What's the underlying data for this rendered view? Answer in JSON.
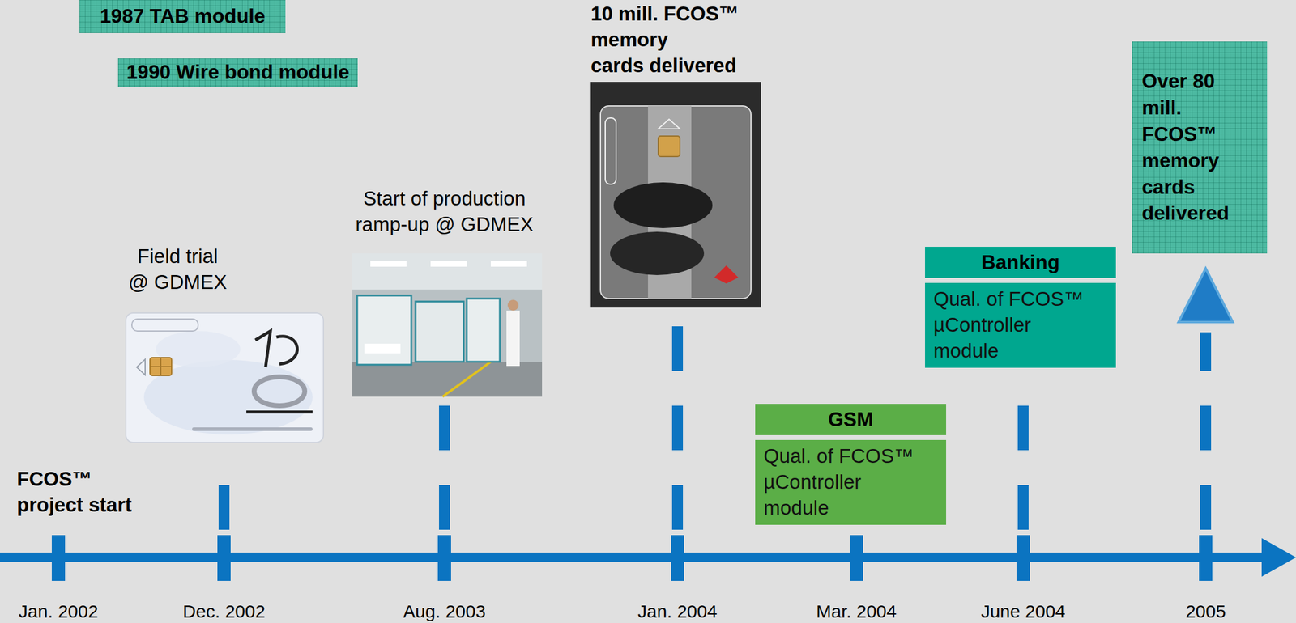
{
  "diagram": {
    "nodes": [
      {
        "text": [
          "1987 TAB module"
        ]
      },
      {
        "text": [
          "1990 Wire bond module"
        ]
      },
      {
        "text": [
          "GSM",
          "Qual. of FCOS™ µController module"
        ]
      },
      {
        "text": [
          "Banking",
          "Qual. of FCOS™ µController module"
        ]
      },
      {
        "text": [
          "Over 80 mill. FCOS™ memory cards delivered"
        ]
      }
    ],
    "labels": [
      "FCOS™ project start",
      "Field trial @ GDMEX",
      "Start of production ramp-up @ GDMEX",
      "10 mill. FCOS™ memory cards delivered",
      "Jan. 2002",
      "Dec. 2002",
      "Aug. 2003",
      "Jan. 2004",
      "Mar. 2004",
      "June 2004",
      "2005"
    ]
  }
}
